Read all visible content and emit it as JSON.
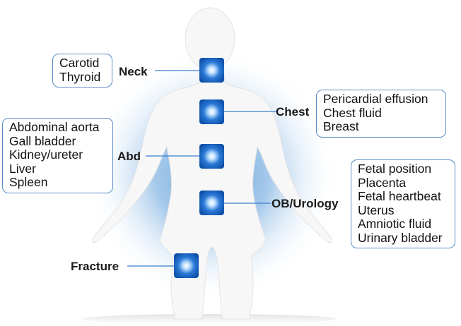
{
  "regions": {
    "neck": {
      "label": "Neck",
      "items": [
        "Carotid",
        "Thyroid"
      ]
    },
    "chest": {
      "label": "Chest",
      "items": [
        "Pericardial effusion",
        "Chest fluid",
        "Breast"
      ]
    },
    "abd": {
      "label": "Abd",
      "items": [
        "Abdominal aorta",
        "Gall bladder",
        "Kidney/ureter",
        "Liver",
        "Spleen"
      ]
    },
    "ob": {
      "label": "OB/Urology",
      "items": [
        "Fetal position",
        "Placenta",
        "Fetal heartbeat",
        "Uterus",
        "Amniotic fluid",
        "Urinary bladder"
      ]
    },
    "fracture": {
      "label": "Fracture"
    }
  },
  "colors": {
    "glow": "#5b9bd5",
    "marker": "#1f66c9",
    "connector": "#3a7fd0",
    "border": "#5b8bc7",
    "body": "#f7f7f7"
  }
}
